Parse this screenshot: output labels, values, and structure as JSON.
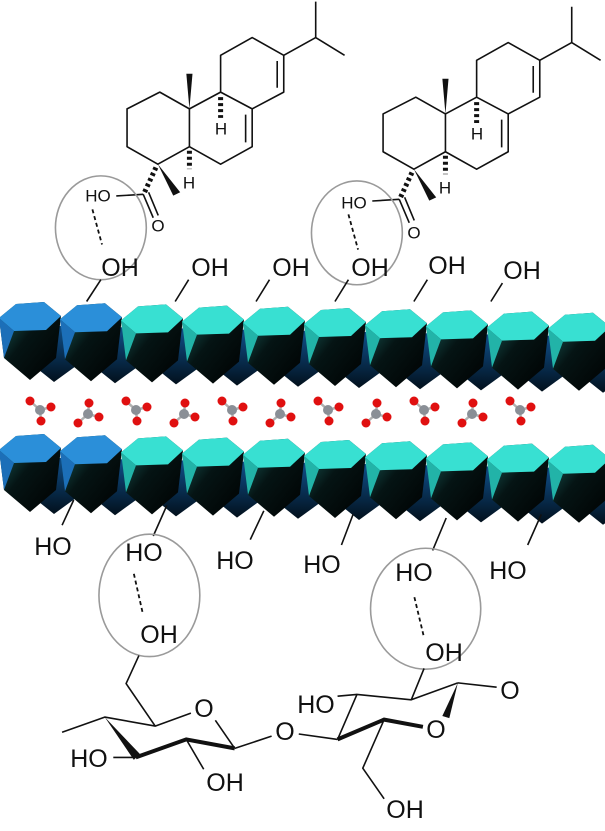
{
  "colors": {
    "face_cyan": "#38e0d2",
    "face_blue": "#2b8fd9",
    "body_dark": "#051414",
    "carbon": "#8a8f96",
    "oxygen": "#e01010",
    "circle": "#9a9a9a"
  },
  "top_molecules": [
    {
      "h_upper": "H",
      "h_lower": "H",
      "ho": "HO",
      "o": "O"
    },
    {
      "h_upper": "H",
      "h_lower": "H",
      "ho": "HO",
      "o": "O"
    }
  ],
  "top_oh": [
    "OH",
    "OH",
    "OH",
    "OH",
    "OH",
    "OH"
  ],
  "bottom_ho": [
    "HO",
    "HO",
    "HO",
    "HO",
    "HO",
    "HO"
  ],
  "sugar": {
    "oh_circle_1": "OH",
    "oh_circle_2": "OH",
    "ring_o_1": "O",
    "ho_1": "HO",
    "oh_1": "OH",
    "bridge_o": "O",
    "ho_2": "HO",
    "ring_o_2": "O",
    "o_end": "O",
    "oh_bottom": "OH"
  }
}
